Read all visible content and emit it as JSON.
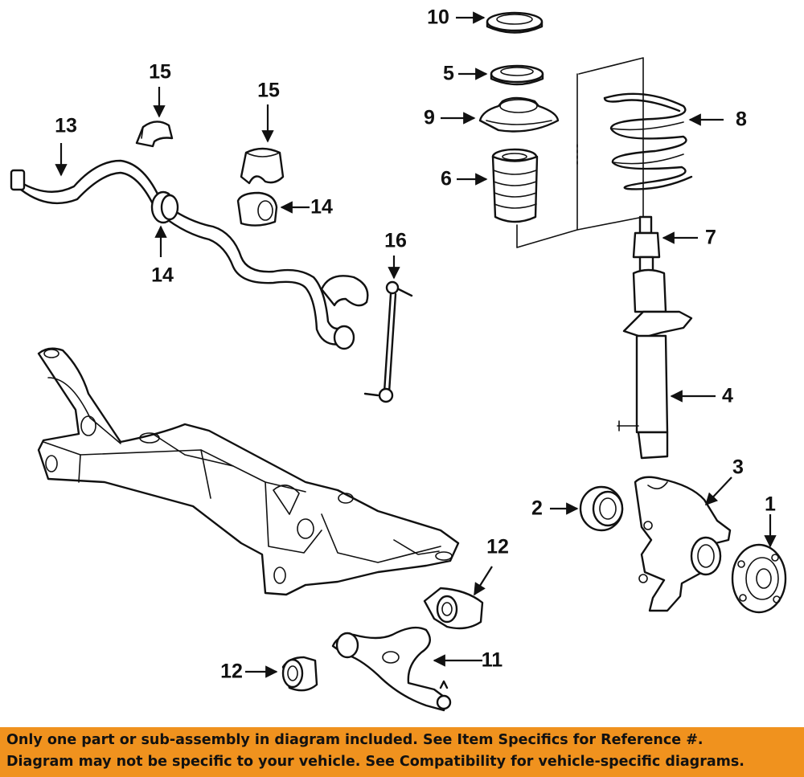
{
  "callouts": {
    "c1": "1",
    "c2": "2",
    "c3": "3",
    "c4": "4",
    "c5": "5",
    "c6": "6",
    "c7": "7",
    "c8": "8",
    "c9": "9",
    "c10": "10",
    "c11": "11",
    "c12a": "12",
    "c12b": "12",
    "c13": "13",
    "c14a": "14",
    "c14b": "14",
    "c15a": "15",
    "c15b": "15",
    "c16": "16"
  },
  "banner": {
    "line1": "Only one part or sub-assembly in diagram included. See Item Specifics for Reference #.",
    "line2": "Diagram may not be specific to your vehicle. See Compatibility for vehicle-specific diagrams."
  },
  "colors": {
    "banner_bg": "#f0921e",
    "line": "#111111",
    "background": "#ffffff"
  }
}
